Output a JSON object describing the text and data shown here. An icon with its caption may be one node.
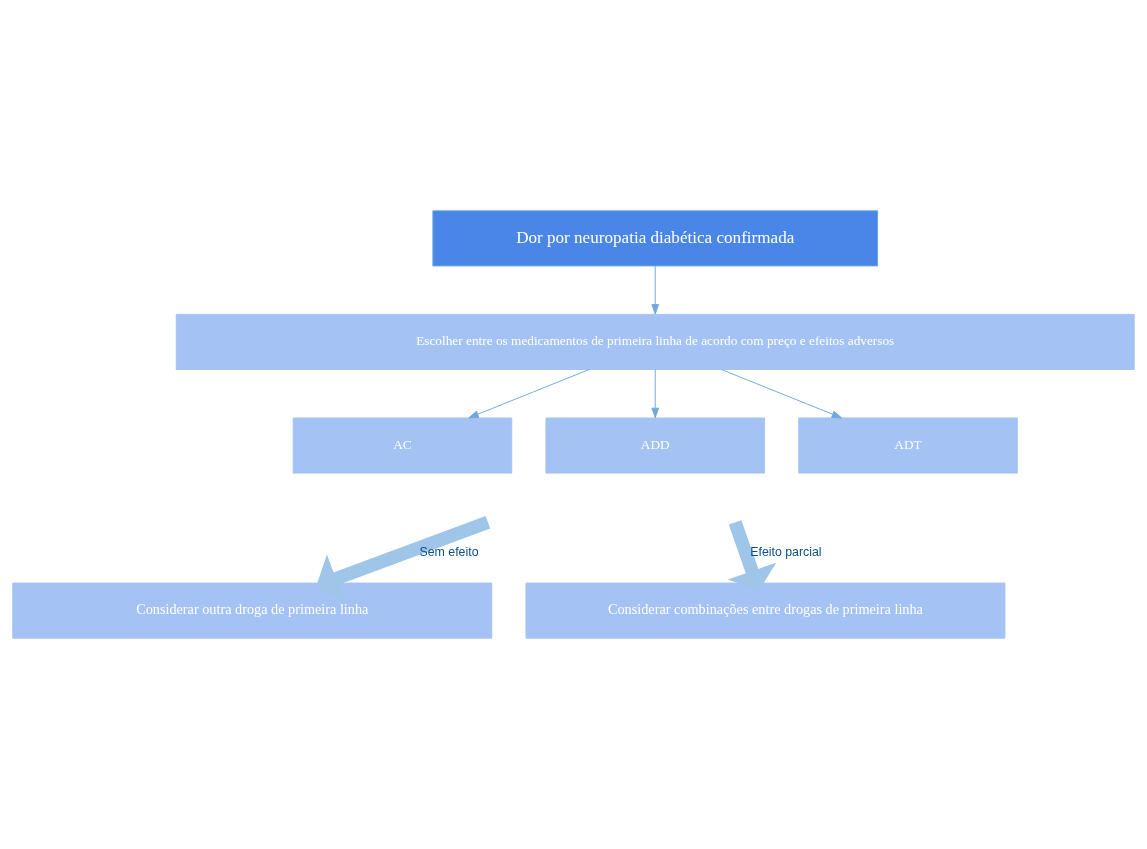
{
  "diagram": {
    "nodes": [
      {
        "text": [
          "Dor por neuropatia diabética confirmada"
        ]
      },
      {
        "text": [
          "Escolher entre os medicamentos de primeira linha de acordo com preço e efeitos adversos"
        ]
      },
      {
        "text": [
          "AC"
        ]
      },
      {
        "text": [
          "ADD"
        ]
      },
      {
        "text": [
          "ADT"
        ]
      },
      {
        "text": [
          "Considerar outra droga de primeira linha"
        ]
      },
      {
        "text": [
          "Considerar combinações entre drogas de primeira linha"
        ]
      }
    ],
    "edges": [
      {
        "from": 0,
        "to": 1,
        "arrow": "to"
      },
      {
        "from": 1,
        "to": 2,
        "arrow": "to"
      },
      {
        "from": 1,
        "to": 3,
        "arrow": "to"
      },
      {
        "from": 1,
        "to": 4,
        "arrow": "to"
      },
      {
        "from": null,
        "to": 5,
        "arrow": "to",
        "label": "Sem efeito",
        "style": "thick",
        "color": "#9fc5e8"
      },
      {
        "from": null,
        "to": 6,
        "arrow": "to",
        "label": "Efeito parcial",
        "style": "thick",
        "color": "#9fc5e8"
      }
    ]
  }
}
